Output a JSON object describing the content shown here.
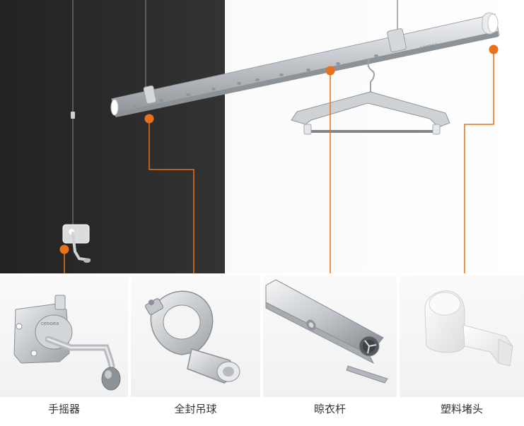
{
  "hero": {
    "rail_brand_text": "ceooea"
  },
  "parts": [
    {
      "label": "手摇器",
      "icon": "hand-crank-icon",
      "crank_brand_text": "ceooea"
    },
    {
      "label": "全封吊球",
      "icon": "clamp-hanger-ball-icon"
    },
    {
      "label": "晾衣杆",
      "icon": "aluminum-rod-icon"
    },
    {
      "label": "塑料堵头",
      "icon": "plastic-end-cap-icon"
    }
  ],
  "colors": {
    "accent": "#e8711a",
    "wall": "#2b2a2b",
    "aluminum": "#c9ccd0",
    "panel_bg": "#f4f4f4"
  }
}
